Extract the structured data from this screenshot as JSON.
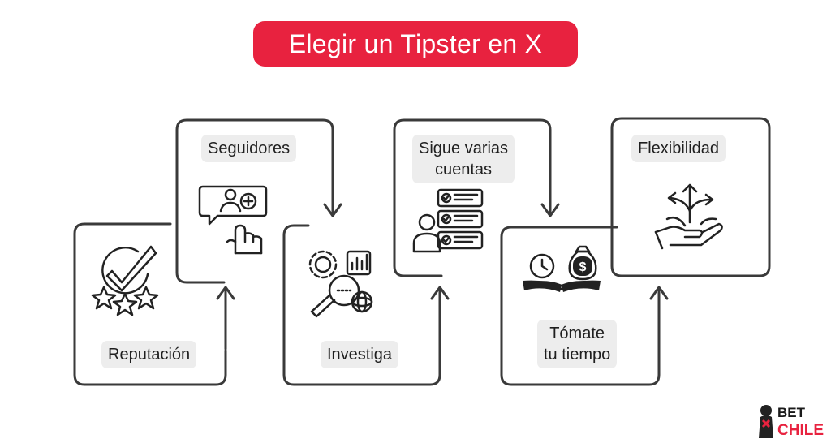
{
  "title": "Elegir un Tipster en X",
  "steps": [
    {
      "label": "Reputación",
      "icon": "rating-check-stars-icon"
    },
    {
      "label": "Seguidores",
      "icon": "follow-user-hand-icon"
    },
    {
      "label": "Investiga",
      "icon": "research-magnifier-icon"
    },
    {
      "label_line1": "Sigue varias",
      "label_line2": "cuentas",
      "icon": "user-checklist-icon"
    },
    {
      "label_line1": "Tómate",
      "label_line2": "tu tiempo",
      "icon": "clock-money-balance-icon"
    },
    {
      "label": "Flexibilidad",
      "icon": "hand-arrows-icon"
    }
  ],
  "brand": {
    "line1": "BET",
    "line2": "CHILE"
  },
  "colors": {
    "accent": "#e8223f",
    "stroke": "#3a3a3a",
    "label_bg": "#ededed"
  }
}
